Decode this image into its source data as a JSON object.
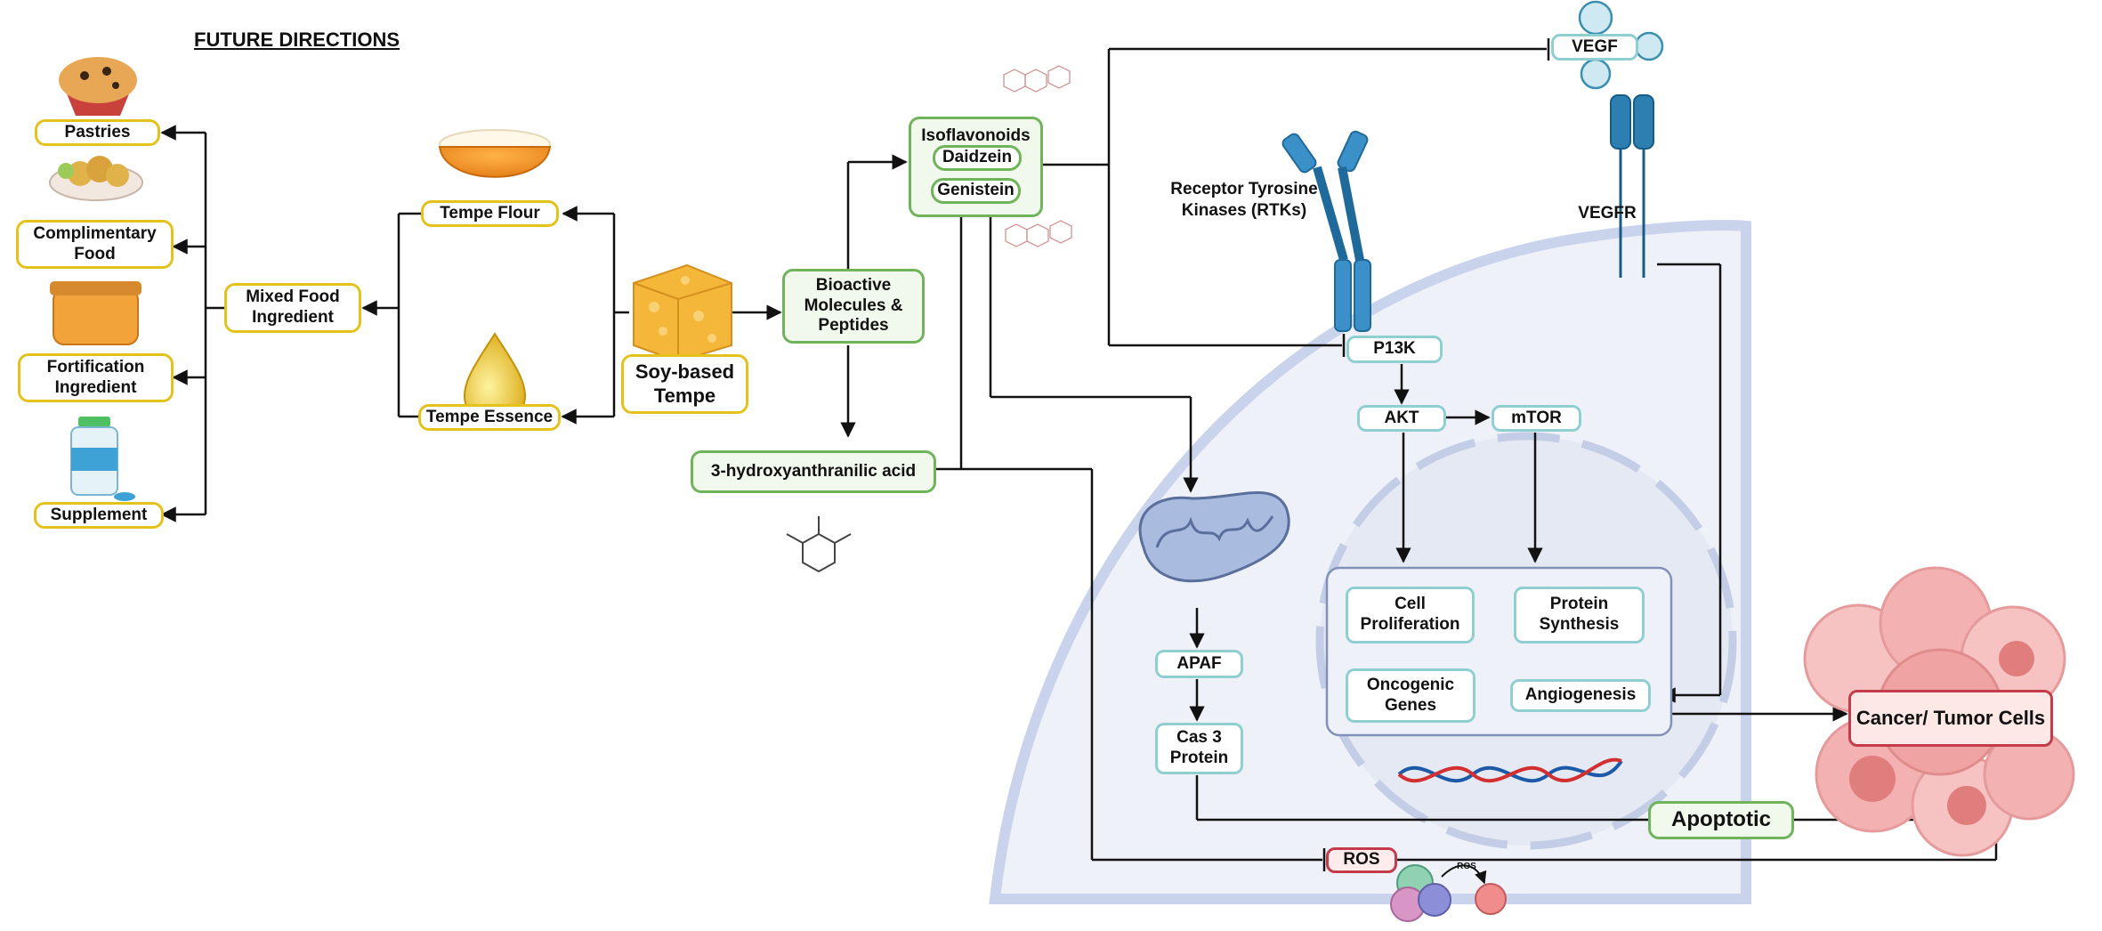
{
  "future_directions": {
    "title": "FUTURE DIRECTIONS",
    "products": [
      "Pastries",
      "Complimentary Food",
      "Fortification Ingredient",
      "Supplement"
    ],
    "mixed_food": "Mixed Food Ingredient",
    "tempe_flour": "Tempe Flour",
    "tempe_essence": "Tempe Essence"
  },
  "source": "Soy-based Tempe",
  "compounds": {
    "bioactive": "Bioactive Molecules & Peptides",
    "isoflavonoids": "Isoflavonoids",
    "daidzein": "Daidzein",
    "genistein": "Genistein",
    "hydroxy": "3-hydroxyanthranilic acid"
  },
  "receptors": {
    "vegf": "VEGF",
    "vegfr": "VEGFR",
    "rtk": "Receptor Tyrosine Kinases (RTKs)"
  },
  "pathway": {
    "p13k": "P13K",
    "akt": "AKT",
    "mtor": "mTOR",
    "apaf": "APAF",
    "cas3": "Cas 3 Protein",
    "cell_prolif": "Cell Proliferation",
    "protein_synth": "Protein Synthesis",
    "oncogenic": "Oncogenic Genes",
    "angio": "Angiogenesis",
    "apoptotic": "Apoptotic",
    "ros": "ROS",
    "ros_small": "ROS",
    "cancer": "Cancer/ Tumor Cells"
  },
  "colors": {
    "yellow_border": "#e3c21c",
    "green_border": "#6fb35b",
    "teal_border": "#8fcfd1",
    "red_border": "#c43b4b",
    "panel_bg": "#f8f2dc",
    "cell_bg": "#eef1f8",
    "cancer_pink": "#f4a9a9"
  }
}
